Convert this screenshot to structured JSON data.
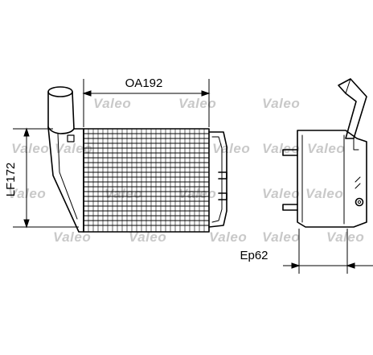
{
  "dimensions": {
    "width_label": "OA192",
    "height_label": "LF172",
    "depth_label": "Ep62"
  },
  "watermark": {
    "text": "Valeo",
    "color": "#c9c9c9"
  }
}
